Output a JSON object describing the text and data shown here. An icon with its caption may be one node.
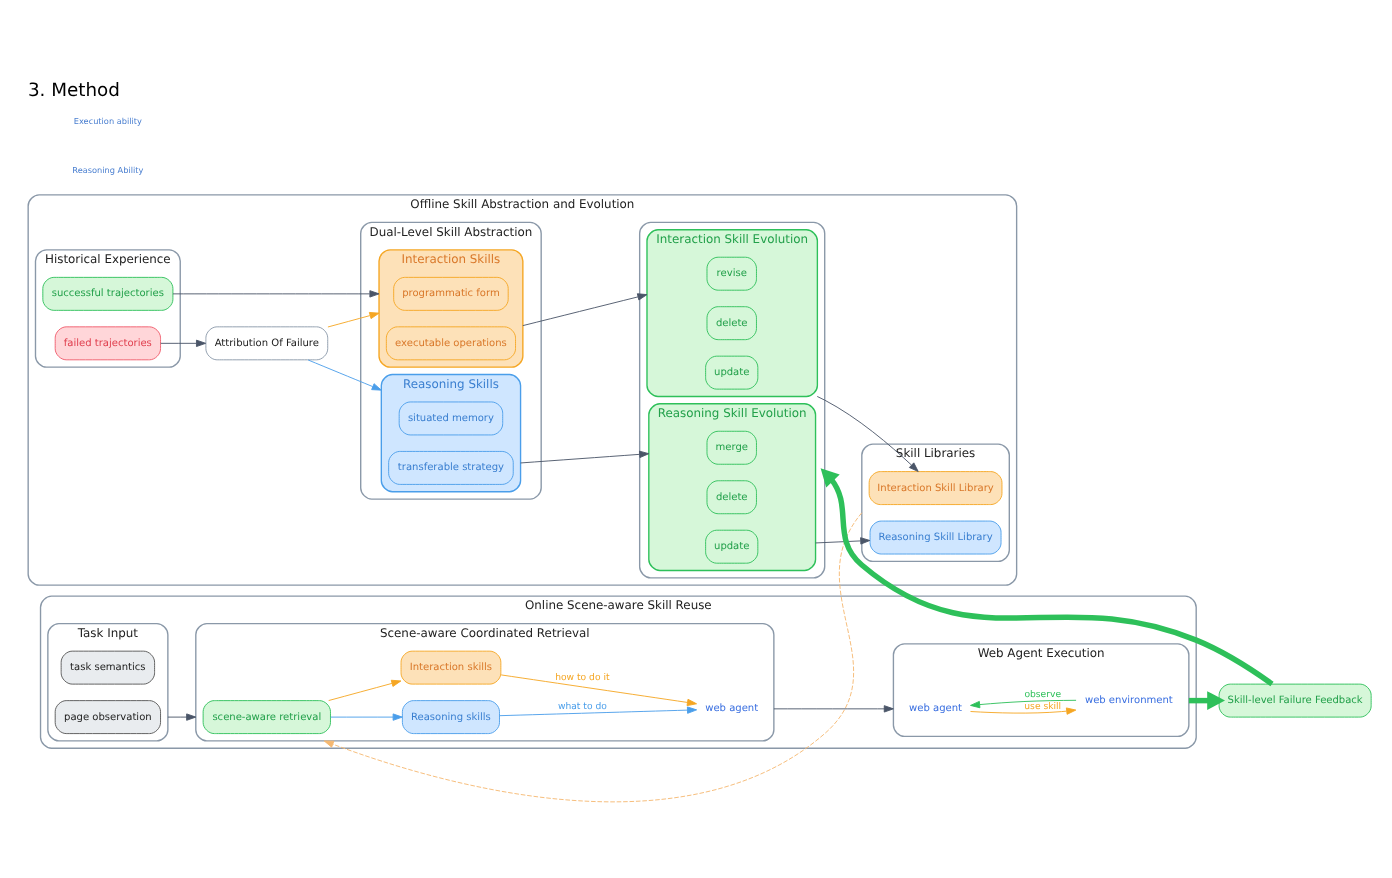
{
  "diagram": {
    "title": "3. Method",
    "nodes": [
      {
        "text": [
          "Offline Skill Abstraction and Evolution"
        ]
      },
      {
        "text": [
          "Historical Experience"
        ],
        "in": 0
      },
      {
        "text": [
          "failed trajectories"
        ],
        "in": 1
      },
      {
        "text": [
          "successful trajectories"
        ],
        "in": 1
      },
      {
        "text": [
          "Attribution Of Failure"
        ],
        "in": 0
      },
      {
        "text": [
          "Dual-Level Skill Abstraction"
        ],
        "in": 0
      },
      {
        "text": [
          "Reasoning Skills"
        ],
        "in": 5
      },
      {
        "text": [
          "situated memory"
        ],
        "in": 6
      },
      {
        "text": [
          "transferable strategy"
        ],
        "in": 6
      },
      {
        "text": [
          "Interaction Skills"
        ],
        "in": 5
      },
      {
        "text": [
          "programmatic form"
        ],
        "in": 9
      },
      {
        "text": [
          "executable operations"
        ],
        "in": 9
      },
      {
        "text": [],
        "shape": "box",
        "in": 0
      },
      {
        "text": [
          "Reasoning Skill Evolution"
        ],
        "in": 12
      },
      {
        "text": [
          "merge"
        ],
        "in": 13
      },
      {
        "text": [
          "delete"
        ],
        "in": 13
      },
      {
        "text": [
          "update"
        ],
        "in": 13
      },
      {
        "text": [
          "Interaction Skill Evolution"
        ],
        "in": 12
      },
      {
        "text": [
          "revise"
        ],
        "in": 17
      },
      {
        "text": [
          "delete"
        ],
        "in": 17
      },
      {
        "text": [
          "update"
        ],
        "in": 17
      },
      {
        "text": [
          "Skill Libraries"
        ],
        "in": 0
      },
      {
        "text": [
          "Reasoning Skill Library"
        ],
        "in": 21
      },
      {
        "text": [
          "Interaction Skill Library"
        ],
        "in": 21
      },
      {
        "text": [
          "Skill-level Failure Feedback"
        ]
      },
      {
        "text": [
          "Online Scene-aware Skill Reuse"
        ]
      },
      {
        "text": [
          "Task Input"
        ],
        "in": 25
      },
      {
        "text": [
          "task semantics"
        ],
        "in": 26
      },
      {
        "text": [
          "page observation"
        ],
        "in": 26
      },
      {
        "text": [
          "Scene-aware Coordinated Retrieval"
        ],
        "in": 25
      },
      {
        "text": [
          "scene-aware retrieval"
        ],
        "in": 29
      },
      {
        "text": [
          "Reasoning skills"
        ],
        "in": 29
      },
      {
        "text": [
          "Interaction skills"
        ],
        "in": 29
      },
      {
        "text": [
          "web agent"
        ],
        "in": 29
      },
      {
        "text": [
          "Web Agent Execution"
        ],
        "in": 25
      },
      {
        "text": [
          "web agent"
        ],
        "in": 34
      },
      {
        "text": [
          "web environment"
        ],
        "in": 34
      }
    ],
    "edges": [
      {
        "from": 2,
        "to": 4,
        "arrow": "to"
      },
      {
        "from": 4,
        "to": 6,
        "arrow": "to",
        "color": "#4a9eea"
      },
      {
        "from": 4,
        "to": 9,
        "arrow": "to",
        "color": "#f5a623"
      },
      {
        "from": 3,
        "to": 9,
        "arrow": "to"
      },
      {
        "from": 6,
        "to": 13,
        "arrow": "to"
      },
      {
        "from": 9,
        "to": 17,
        "arrow": "to"
      },
      {
        "from": 13,
        "to": 22,
        "arrow": "to"
      },
      {
        "from": 17,
        "to": 23,
        "arrow": "to"
      },
      {
        "from": 21,
        "to": 29,
        "arrow": "to",
        "style": "dashed",
        "color": "#f5b871"
      },
      {
        "from": 26,
        "to": 29,
        "arrow": "to"
      },
      {
        "from": 30,
        "to": 31,
        "arrow": "to",
        "color": "#4a9eea"
      },
      {
        "from": 30,
        "to": 32,
        "arrow": "to",
        "color": "#f5a623"
      },
      {
        "from": 31,
        "to": 33,
        "arrow": "to",
        "label": "what to do",
        "color": "#4a9eea"
      },
      {
        "from": 32,
        "to": 33,
        "arrow": "to",
        "label": "how to do it",
        "color": "#f5a623"
      },
      {
        "from": 29,
        "to": 34,
        "arrow": "to"
      },
      {
        "from": 35,
        "to": 36,
        "arrow": "to",
        "label": "use skill",
        "color": "#f5a623"
      },
      {
        "from": 36,
        "to": 35,
        "arrow": "to",
        "label": "observe",
        "color": "#2ec05a"
      },
      {
        "from": 34,
        "to": 24,
        "arrow": "to",
        "style": "thick",
        "color": "#2ec05a"
      },
      {
        "from": 24,
        "to": 12,
        "arrow": "to",
        "style": "thick",
        "color": "#2ec05a"
      }
    ],
    "labels": [
      "Reasoning Ability",
      "Execution ability"
    ]
  }
}
